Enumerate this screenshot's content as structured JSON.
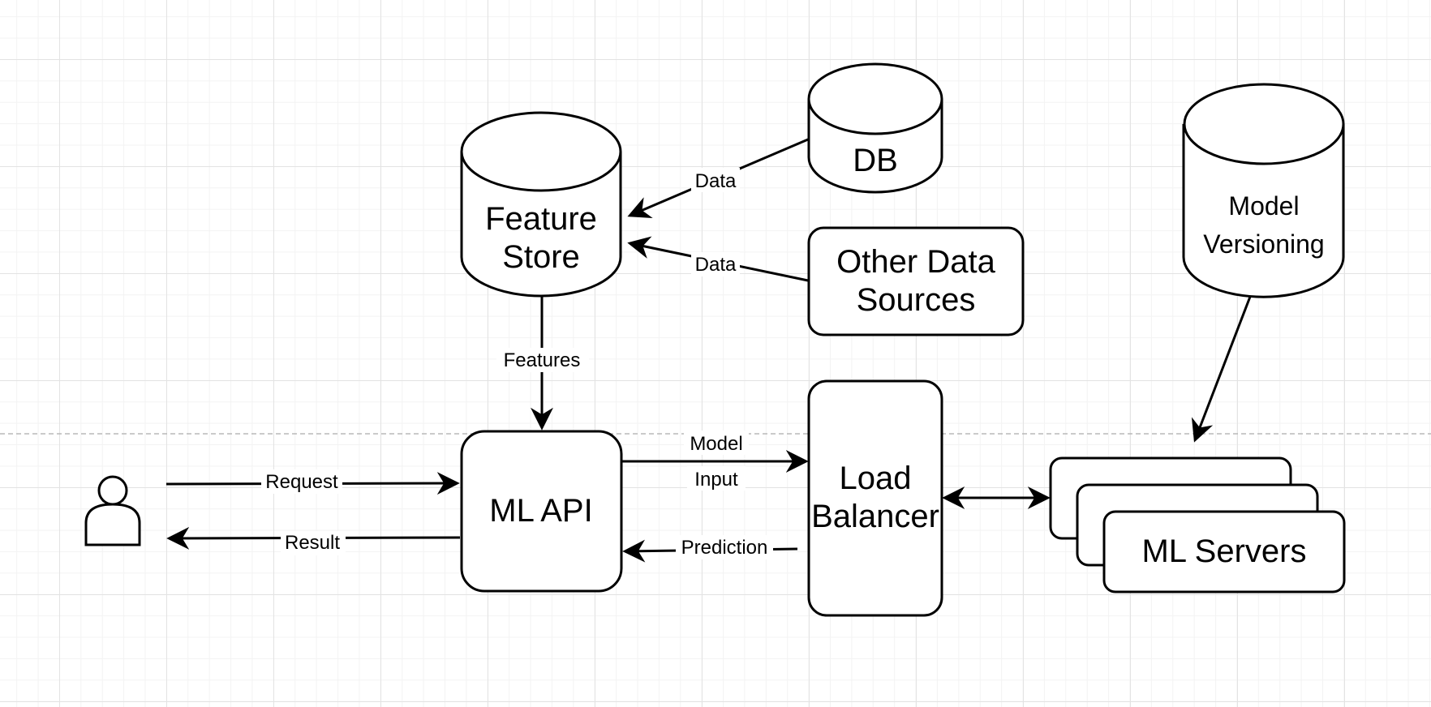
{
  "nodes": {
    "user": {
      "label": ""
    },
    "feature_store": {
      "line1": "Feature",
      "line2": "Store"
    },
    "db": {
      "label": "DB"
    },
    "other_data_sources": {
      "line1": "Other Data",
      "line2": "Sources"
    },
    "model_versioning": {
      "line1": "Model",
      "line2": "Versioning"
    },
    "ml_api": {
      "label": "ML API"
    },
    "load_balancer": {
      "line1": "Load",
      "line2": "Balancer"
    },
    "ml_servers": {
      "label": "ML Servers"
    }
  },
  "edges": {
    "db_to_feature_store": "Data",
    "other_to_feature_store": "Data",
    "feature_store_to_ml_api": "Features",
    "user_request": "Request",
    "ml_api_result": "Result",
    "model_input_line1": "Model",
    "model_input_line2": "Input",
    "prediction": "Prediction"
  },
  "colors": {
    "stroke": "#000000",
    "fill": "#ffffff",
    "grid": "#e3e3e3",
    "divider": "#b8b8b8"
  }
}
